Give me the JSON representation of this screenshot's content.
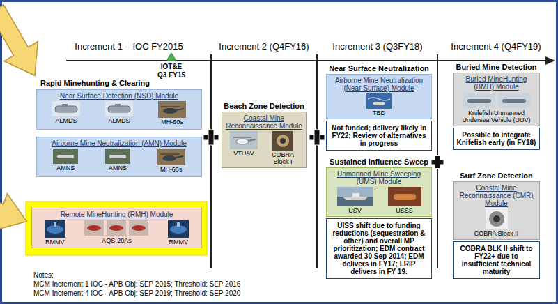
{
  "diagram": {
    "nodes": [
      {
        "text": [
          "Near Surface Detection (NSD) Module",
          "ALMDS",
          "ALMDS",
          "MH-60s"
        ]
      },
      {
        "text": [
          "Airborne Mine Neutralization (AMN) Module",
          "AMNS",
          "AMNS",
          "MH-60s"
        ]
      },
      {
        "text": [
          "Remote MineHunting (RMH) Module",
          "RMMV",
          "AQS-20As",
          "RMMV"
        ]
      },
      {
        "text": [
          "Beach Zone Detection",
          "Coastal Mine Reconnaissance Module",
          "VTUAV",
          "COBRA Block I"
        ]
      },
      {
        "text": [
          "Near Surface Neutralization",
          "Airborne Mine Neutralization (Near Surface) Module",
          "TBD"
        ]
      },
      {
        "text": [
          "Not funded; delivery likely in FY22; Review of alternatives in progress"
        ]
      },
      {
        "text": [
          "Sustained Influence Sweep",
          "Unmanned Mine Sweeping (UMS) Module",
          "USV",
          "USSS"
        ]
      },
      {
        "text": [
          "UISS shift due to funding reductions (sequestration & other) and overall MP prioritization; EDM contract awarded 30 Sep 2014; EDM delivers in FY17; LRIP delivers in FY 19."
        ]
      },
      {
        "text": [
          "Buried Mine Detection",
          "Buried MineHunting (BMH) Module",
          "Knifefish Unmanned Undersea Vehicle (UUV)"
        ]
      },
      {
        "text": [
          "Possible to integrate Knifefish early (in FY18)"
        ]
      },
      {
        "text": [
          "Surf Zone Detection",
          "Coastal Mine Reconnaissance (CMR) Module",
          "COBRA Block II"
        ]
      },
      {
        "text": [
          "COBRA BLK II shift to FY22+ due to insufficient technical maturity"
        ]
      }
    ],
    "labels": [
      "Increment 1 – IOC FY2015",
      "Increment 2 (Q4FY16)",
      "Increment 3 (Q3FY18)",
      "Increment 4 (Q4FY19)",
      "IOT&E Q3 FY15",
      "Rapid Minehunting & Clearing",
      "Notes:",
      "MCM Increment 1 IOC - APB Obj: SEP 2015; Threshold: SEP 2016",
      "MCM Increment 4 IOC - APB Obj: SEP 2019; Threshold: SEP 2020"
    ]
  }
}
